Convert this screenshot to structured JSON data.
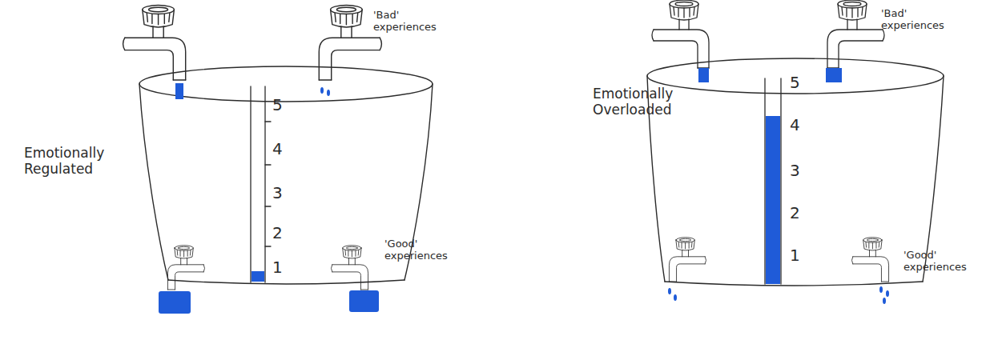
{
  "diagram": {
    "labels": [
      "'Bad' experiences",
      "Emotionally Regulated",
      "5",
      "4",
      "3",
      "2",
      "1",
      "'Good' experiences",
      "'Bad' experiences",
      "Emotionally Overloaded",
      "5",
      "4",
      "3",
      "2",
      "1",
      "'Good' experiences"
    ]
  }
}
